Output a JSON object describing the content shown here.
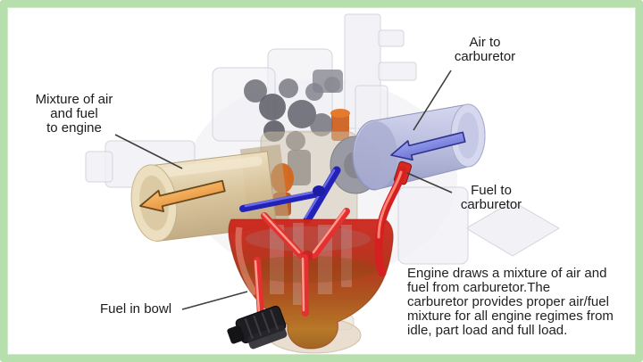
{
  "frame": {
    "border_color": "#b6dfad",
    "background": "#ffffff"
  },
  "diagram": {
    "labels": {
      "mixture": {
        "lines": [
          "Mixture of air",
          "and fuel",
          "to engine"
        ]
      },
      "air": {
        "lines": [
          "Air to",
          "carburetor"
        ]
      },
      "fuel_supply": {
        "lines": [
          "Fuel to",
          "carburetor"
        ]
      },
      "bowl": {
        "lines": [
          "Fuel in bowl"
        ]
      }
    },
    "description": {
      "lines": [
        "Engine draws a mixture of air and",
        "fuel from carburetor.The",
        "carburetor provides proper air/fuel",
        "mixture for all engine regimes from",
        "idle, part load and full load."
      ]
    },
    "colors": {
      "air_flow_arrow": "#7f88e0",
      "mixture_flow_arrow": "#f2a44e",
      "fuel_line_red": "#d42020",
      "fuel_bowl_top": "#c8201a",
      "fuel_bowl_bottom": "#b5731f",
      "air_duct": "#b9bcde",
      "mixture_duct": "#d9c49c",
      "ghost_engine": "#ededf2",
      "frame_green": "#b6dfad"
    }
  }
}
